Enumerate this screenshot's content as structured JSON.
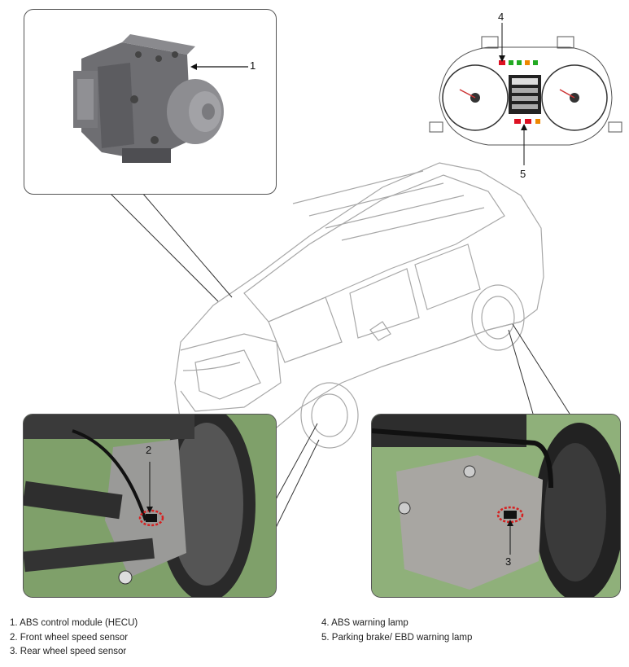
{
  "callouts": {
    "c1": "1",
    "c2": "2",
    "c3": "3",
    "c4": "4",
    "c5": "5"
  },
  "legend_left": [
    "1. ABS control module (HECU)",
    "2. Front wheel speed sensor",
    "3. Rear wheel speed sensor"
  ],
  "legend_right": [
    "4. ABS warning lamp",
    "5. Parking brake/ EBD warning lamp"
  ],
  "colors": {
    "panel_border": "#555555",
    "photo_green": "#7fa06a",
    "sensor_highlight": "#d62020",
    "line_art": "#9a9a9a"
  }
}
